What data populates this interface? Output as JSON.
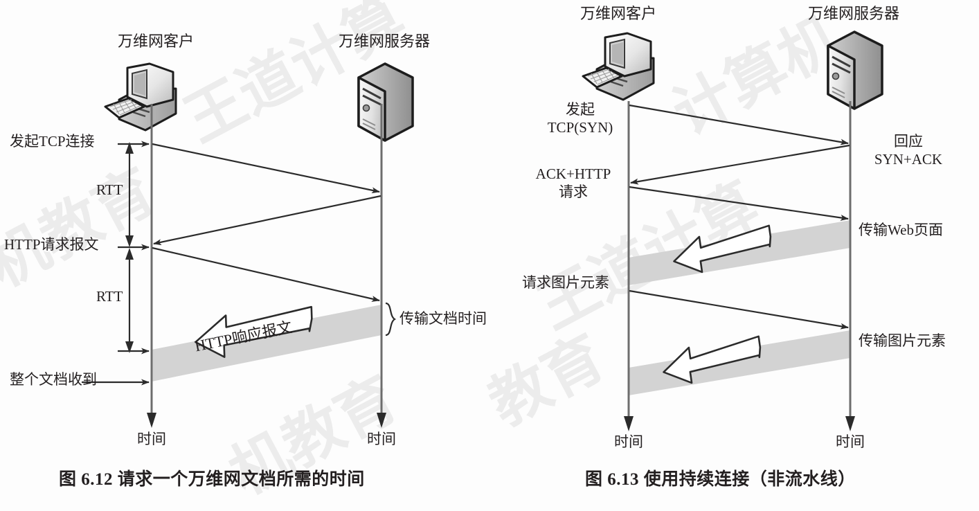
{
  "figures": [
    {
      "id": "fig-6-12",
      "caption": "图 6.12   请求一个万维网文档所需的时间",
      "nodes": [
        {
          "name": "client",
          "label": "万维网客户",
          "icon": "desktop-computer-icon"
        },
        {
          "name": "server",
          "label": "万维网服务器",
          "icon": "server-tower-icon"
        }
      ],
      "axis_labels": [
        "时间",
        "时间"
      ],
      "event_labels": [
        "发起TCP连接",
        "HTTP请求报文",
        "整个文档收到"
      ],
      "interval_labels": [
        "RTT",
        "RTT"
      ],
      "band_label": "HTTP响应报文",
      "brace_label": "传输文档时间"
    },
    {
      "id": "fig-6-13",
      "caption": "图 6.13   使用持续连接（非流水线）",
      "nodes": [
        {
          "name": "client",
          "label": "万维网客户",
          "icon": "desktop-computer-icon"
        },
        {
          "name": "server",
          "label": "万维网服务器",
          "icon": "server-tower-icon"
        }
      ],
      "axis_labels": [
        "时间",
        "时间"
      ],
      "client_labels": [
        "发起\nTCP(SYN)",
        "ACK+HTTP\n请求",
        "请求图片元素"
      ],
      "client_label_lines": {
        "initiate_line1": "发起",
        "initiate_line2": "TCP(SYN)",
        "ack_line1": "ACK+HTTP",
        "ack_line2": "请求",
        "request_image": "请求图片元素"
      },
      "server_labels": {
        "reply_line1": "回应",
        "reply_line2": "SYN+ACK",
        "transmit_web_page": "传输Web页面",
        "transmit_image": "传输图片元素"
      }
    }
  ],
  "colors": {
    "ink": "#231f20",
    "band_gray": "#d3d3d3",
    "line": "#3b3b3b",
    "watermark": "rgba(120,120,120,0.13)"
  },
  "watermarks": [
    "王道计算机教育",
    "王道计算机教育"
  ]
}
